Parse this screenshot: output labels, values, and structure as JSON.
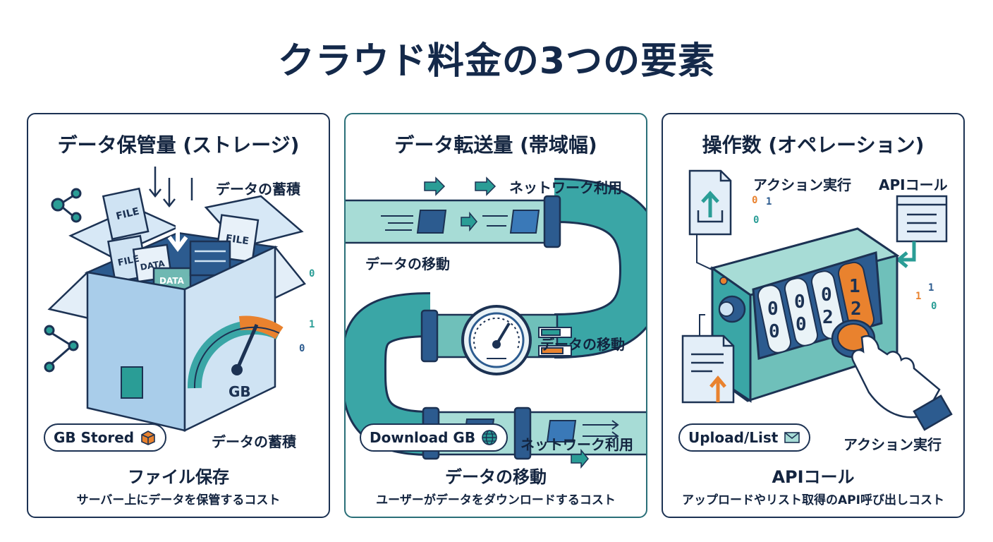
{
  "title": "クラウド料金の3つの要素",
  "colors": {
    "navy": "#1c3253",
    "teal": "#3aa6a6",
    "orange": "#e9822e",
    "light_blue": "#cfe3f3"
  },
  "panels": [
    {
      "heading": "データ保管量 (ストレージ)",
      "label_top": "データの蓄積",
      "label_bottom": "データの蓄積",
      "pill": "GB Stored",
      "pill_icon": "box-icon",
      "caption": "ファイル保存",
      "subcaption": "サーバー上にデータを保管するコスト",
      "art": {
        "file1": "FILE",
        "file2": "FILE",
        "file3": "FILE",
        "data1": "DATA",
        "data2": "DATA",
        "gauge": "GB",
        "bits": [
          "0",
          "1",
          "0"
        ]
      }
    },
    {
      "heading": "データ転送量 (帯域幅)",
      "label_top": "ネットワーク利用",
      "label_mid1": "データの移動",
      "label_mid2": "データの移動",
      "label_bottom": "ネットワーク利用",
      "pill": "Download GB",
      "pill_icon": "globe-icon",
      "caption": "データの移動",
      "subcaption": "ユーザーがデータをダウンロードするコスト"
    },
    {
      "heading": "操作数 (オペレーション)",
      "label_top_left": "アクション実行",
      "label_top_right": "APIコール",
      "label_bottom": "アクション実行",
      "pill": "Upload/List",
      "pill_icon": "mail-icon",
      "caption": "APIコール",
      "subcaption": "アップロードやリスト取得のAPI呼び出しコスト",
      "art": {
        "counter_digits": [
          "0",
          "0",
          "0",
          "1"
        ],
        "counter_digits_2": [
          "0",
          "0",
          "2",
          "2"
        ],
        "bits": [
          "0",
          "1",
          "0",
          "1",
          "1",
          "0"
        ]
      }
    }
  ]
}
